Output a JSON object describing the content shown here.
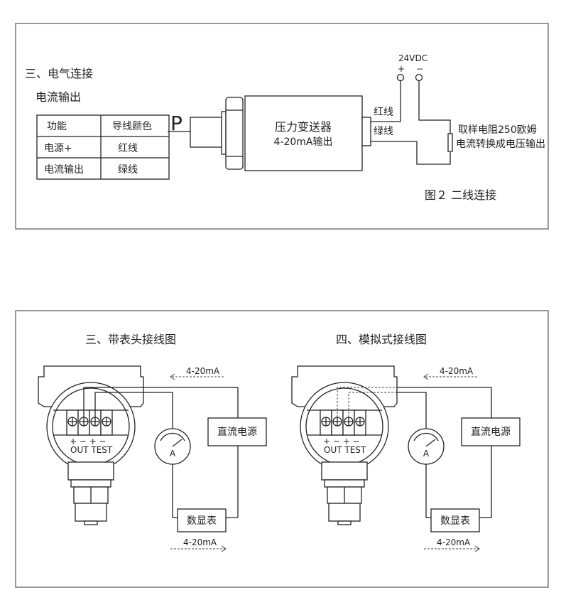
{
  "panel1": {
    "section_title": "三、电气连接",
    "subtitle": "电流输出",
    "table": {
      "headers": [
        "功能",
        "导线颜色"
      ],
      "rows": [
        [
          "电源+",
          "红线"
        ],
        [
          "电流输出",
          "绿线"
        ]
      ]
    },
    "pressure_label": "P",
    "transmitter_name": "压力变送器",
    "transmitter_output": "4-20mA输出",
    "red_wire": "红线",
    "green_wire": "绿线",
    "supply": "24VDC",
    "plus": "+",
    "minus": "−",
    "resistor_line1": "取样电阻250欧姆",
    "resistor_line2": "电流转换成电压输出",
    "figure_caption": "图２ 二线连接"
  },
  "panel2": {
    "left": {
      "title": "三、带表头接线图",
      "current_top": "4-20mA",
      "current_bottom": "4-20mA",
      "power_supply": "直流电源",
      "digital_meter": "数显表",
      "ammeter": "A",
      "terminal_signs": "+ − + −",
      "terminal_labels": "OUT TEST"
    },
    "right": {
      "title": "四、模拟式接线图",
      "current_top": "4-20mA",
      "current_bottom": "4-20mA",
      "power_supply": "直流电源",
      "digital_meter": "数显表",
      "ammeter": "A",
      "terminal_signs": "+ − + −",
      "terminal_labels": "OUT TEST"
    }
  }
}
